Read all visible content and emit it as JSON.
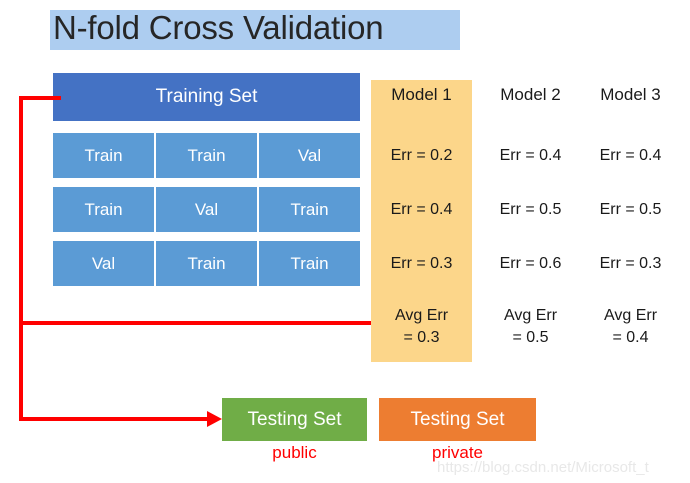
{
  "page": {
    "title": "N-fold Cross Validation"
  },
  "training": {
    "header_label": "Training Set",
    "grid_rows": [
      [
        "Train",
        "Train",
        "Val"
      ],
      [
        "Train",
        "Val",
        "Train"
      ],
      [
        "Val",
        "Train",
        "Train"
      ]
    ]
  },
  "models": [
    {
      "name": "Model 1",
      "highlighted": true,
      "errors": [
        "Err = 0.2",
        "Err = 0.4",
        "Err = 0.3"
      ],
      "avg_label": "Avg Err",
      "avg_value": "= 0.3"
    },
    {
      "name": "Model 2",
      "highlighted": false,
      "errors": [
        "Err = 0.4",
        "Err = 0.5",
        "Err = 0.6"
      ],
      "avg_label": "Avg Err",
      "avg_value": "= 0.5"
    },
    {
      "name": "Model 3",
      "highlighted": false,
      "errors": [
        "Err = 0.4",
        "Err = 0.5",
        "Err = 0.3"
      ],
      "avg_label": "Avg Err",
      "avg_value": "= 0.4"
    }
  ],
  "testing": {
    "public": {
      "box_label": "Testing Set",
      "sublabel": "public"
    },
    "private": {
      "box_label": "Testing Set",
      "sublabel": "private"
    }
  },
  "watermark": {
    "text": "https://blog.csdn.net/Microsoft_t"
  },
  "colors": {
    "title_highlight": "#ADCDF0",
    "training_header": "#4472C4",
    "fold_cell": "#5B9BD5",
    "model1_highlight": "#FCD68A",
    "testing_public": "#70AD47",
    "testing_private": "#ED7D31",
    "connector": "#FF0000"
  }
}
